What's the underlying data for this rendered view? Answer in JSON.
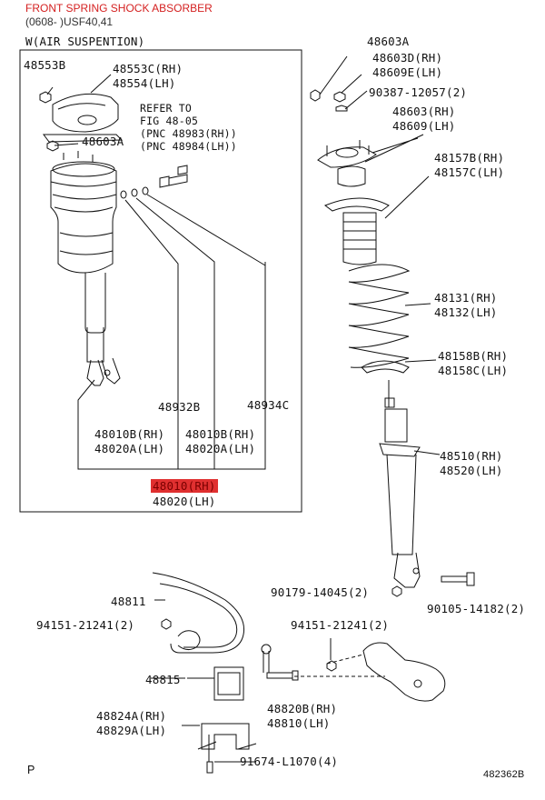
{
  "header": {
    "title": "FRONT SPRING SHOCK ABSORBER",
    "subtitle": "(0608- )USF40,41"
  },
  "inset": {
    "title": "W(AIR SUSPENTION)",
    "refer_lines": [
      "REFER TO",
      "FIG 48-05",
      "(PNC 48983(RH))",
      "(PNC 48984(LH))"
    ],
    "highlight_color": "#e03030"
  },
  "labels": {
    "p48553b": "48553B",
    "p48553c": "48553C(RH)",
    "p48554": "48554(LH)",
    "p48603a_inset": "48603A",
    "p48932b": "48932B",
    "p48934c": "48934C",
    "p48010b_l": "48010B(RH)",
    "p48020a_l": "48020A(LH)",
    "p48010b_r": "48010B(RH)",
    "p48020a_r": "48020A(LH)",
    "p48010": "48010(RH)",
    "p48020": "48020(LH)",
    "p48603a": "48603A",
    "p48603d": "48603D(RH)",
    "p48609e": "48609E(LH)",
    "p90387": "90387-12057(2)",
    "p48603": "48603(RH)",
    "p48609": "48609(LH)",
    "p48157b": "48157B(RH)",
    "p48157c": "48157C(LH)",
    "p48131": "48131(RH)",
    "p48132": "48132(LH)",
    "p48158b": "48158B(RH)",
    "p48158c": "48158C(LH)",
    "p48510": "48510(RH)",
    "p48520": "48520(LH)",
    "p90179": "90179-14045(2)",
    "p90105": "90105-14182(2)",
    "p48811": "48811",
    "p94151_l": "94151-21241(2)",
    "p94151_r": "94151-21241(2)",
    "p48815": "48815",
    "p48820b": "48820B(RH)",
    "p48810": "48810(LH)",
    "p48824a": "48824A(RH)",
    "p48829a": "48829A(LH)",
    "p91674": "91674-L1070(4)"
  },
  "footer": {
    "left": "P",
    "right": "482362B"
  }
}
